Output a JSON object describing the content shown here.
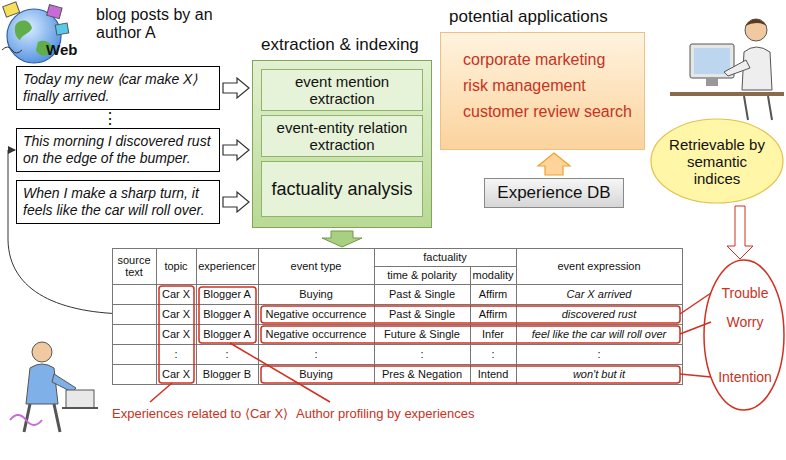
{
  "diagram": {
    "nodes": [
      {
        "text": [
          "Today my new ⟨car make X⟩ finally arrived."
        ]
      },
      {
        "text": [
          "This morning I discovered rust on the edge of the bumper."
        ]
      },
      {
        "text": [
          "When I make a sharp turn, it feels like the car will roll over."
        ]
      },
      {
        "text": [
          "extraction & indexing"
        ]
      },
      {
        "text": [
          "event mention extraction"
        ],
        "in": 3
      },
      {
        "text": [
          "event-entity relation extraction"
        ],
        "in": 3
      },
      {
        "text": [
          "factuality analysis"
        ],
        "in": 3
      },
      {
        "text": [
          "potential applications",
          "corporate marketing",
          "risk management",
          "customer review search"
        ]
      },
      {
        "text": [
          "Experience DB"
        ]
      },
      {
        "text": [
          "Retrievable by semantic indices"
        ]
      }
    ],
    "edges": [
      {
        "from": 0,
        "to": 3,
        "arrow": "to"
      },
      {
        "from": 1,
        "to": 3,
        "arrow": "to"
      },
      {
        "from": 2,
        "to": 3,
        "arrow": "to"
      },
      {
        "from": 8,
        "to": 7,
        "arrow": "to"
      }
    ],
    "labels": [
      "blog posts by an author A",
      "Web",
      "⋮",
      "source text",
      "topic",
      "experiencer",
      "event type",
      "factuality",
      "time & polarity",
      "modality",
      "event expression",
      "Car X",
      "Blogger A",
      "Buying",
      "Past & Single",
      "Affirm",
      "Car X arrived",
      "Car X",
      "Blogger A",
      "Negative occurrence",
      "Past & Single",
      "Affirm",
      "discovered rust",
      "Car X",
      "Blogger A",
      "Negative occurrence",
      "Future & Single",
      "Infer",
      "feel like the car will roll over",
      ":",
      ":",
      ":",
      ":",
      ":",
      ":",
      "Car X",
      "Blogger B",
      "Buying",
      "Pres & Negation",
      "Intend",
      "won't but it",
      "Experiences related to ⟨Car X⟩",
      "Author profiling by experiences",
      "Trouble",
      "Worry",
      "Intention"
    ]
  }
}
